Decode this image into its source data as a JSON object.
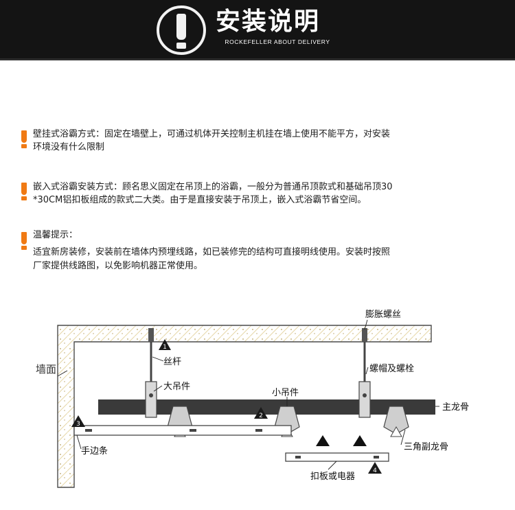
{
  "banner": {
    "title": "安装说明",
    "subtitle": "ROCKEFELLER ABOUT DELIVERY",
    "icon": "exclamation-circle-icon"
  },
  "notes": [
    {
      "line1": "壁挂式浴霸方式：固定在墙壁上，可通过机体开关控制主机挂在墙上使用不能平方，对安装",
      "line2": "环境没有什么限制"
    },
    {
      "line1": "嵌入式浴霸安装方式：顾名思义固定在吊顶上的浴霸，一般分为普通吊顶款式和基础吊顶30",
      "line2": "*30CM铝扣板组成的款式二大类。由于是直接安装于吊顶上，嵌入式浴霸节省空间。"
    },
    {
      "heading": "温馨提示：",
      "line1": "适宜新房装修，安装前在墙体内预埋线路，如已装修完的结构可直接明线使用。安装时按照",
      "line2": "厂家提供线路图，以免影响机器正常使用。"
    }
  ],
  "colors": {
    "banner_bg": "#141414",
    "accent_orange": "#f07a14",
    "main_keel": "#3a3a3a",
    "hatch": "#c9a84f"
  },
  "diagram": {
    "labels": {
      "expansion_screw": "膨胀螺丝",
      "wall": "墙面",
      "threaded_rod": "丝杆",
      "nut_bolt": "螺帽及螺栓",
      "big_hanger": "大吊件",
      "small_hanger": "小吊件",
      "main_keel": "主龙骨",
      "triangle_keel": "三角副龙骨",
      "edge_strip": "手边条",
      "panel": "扣板或电器"
    },
    "markers": [
      "1",
      "2",
      "3",
      "4"
    ]
  }
}
